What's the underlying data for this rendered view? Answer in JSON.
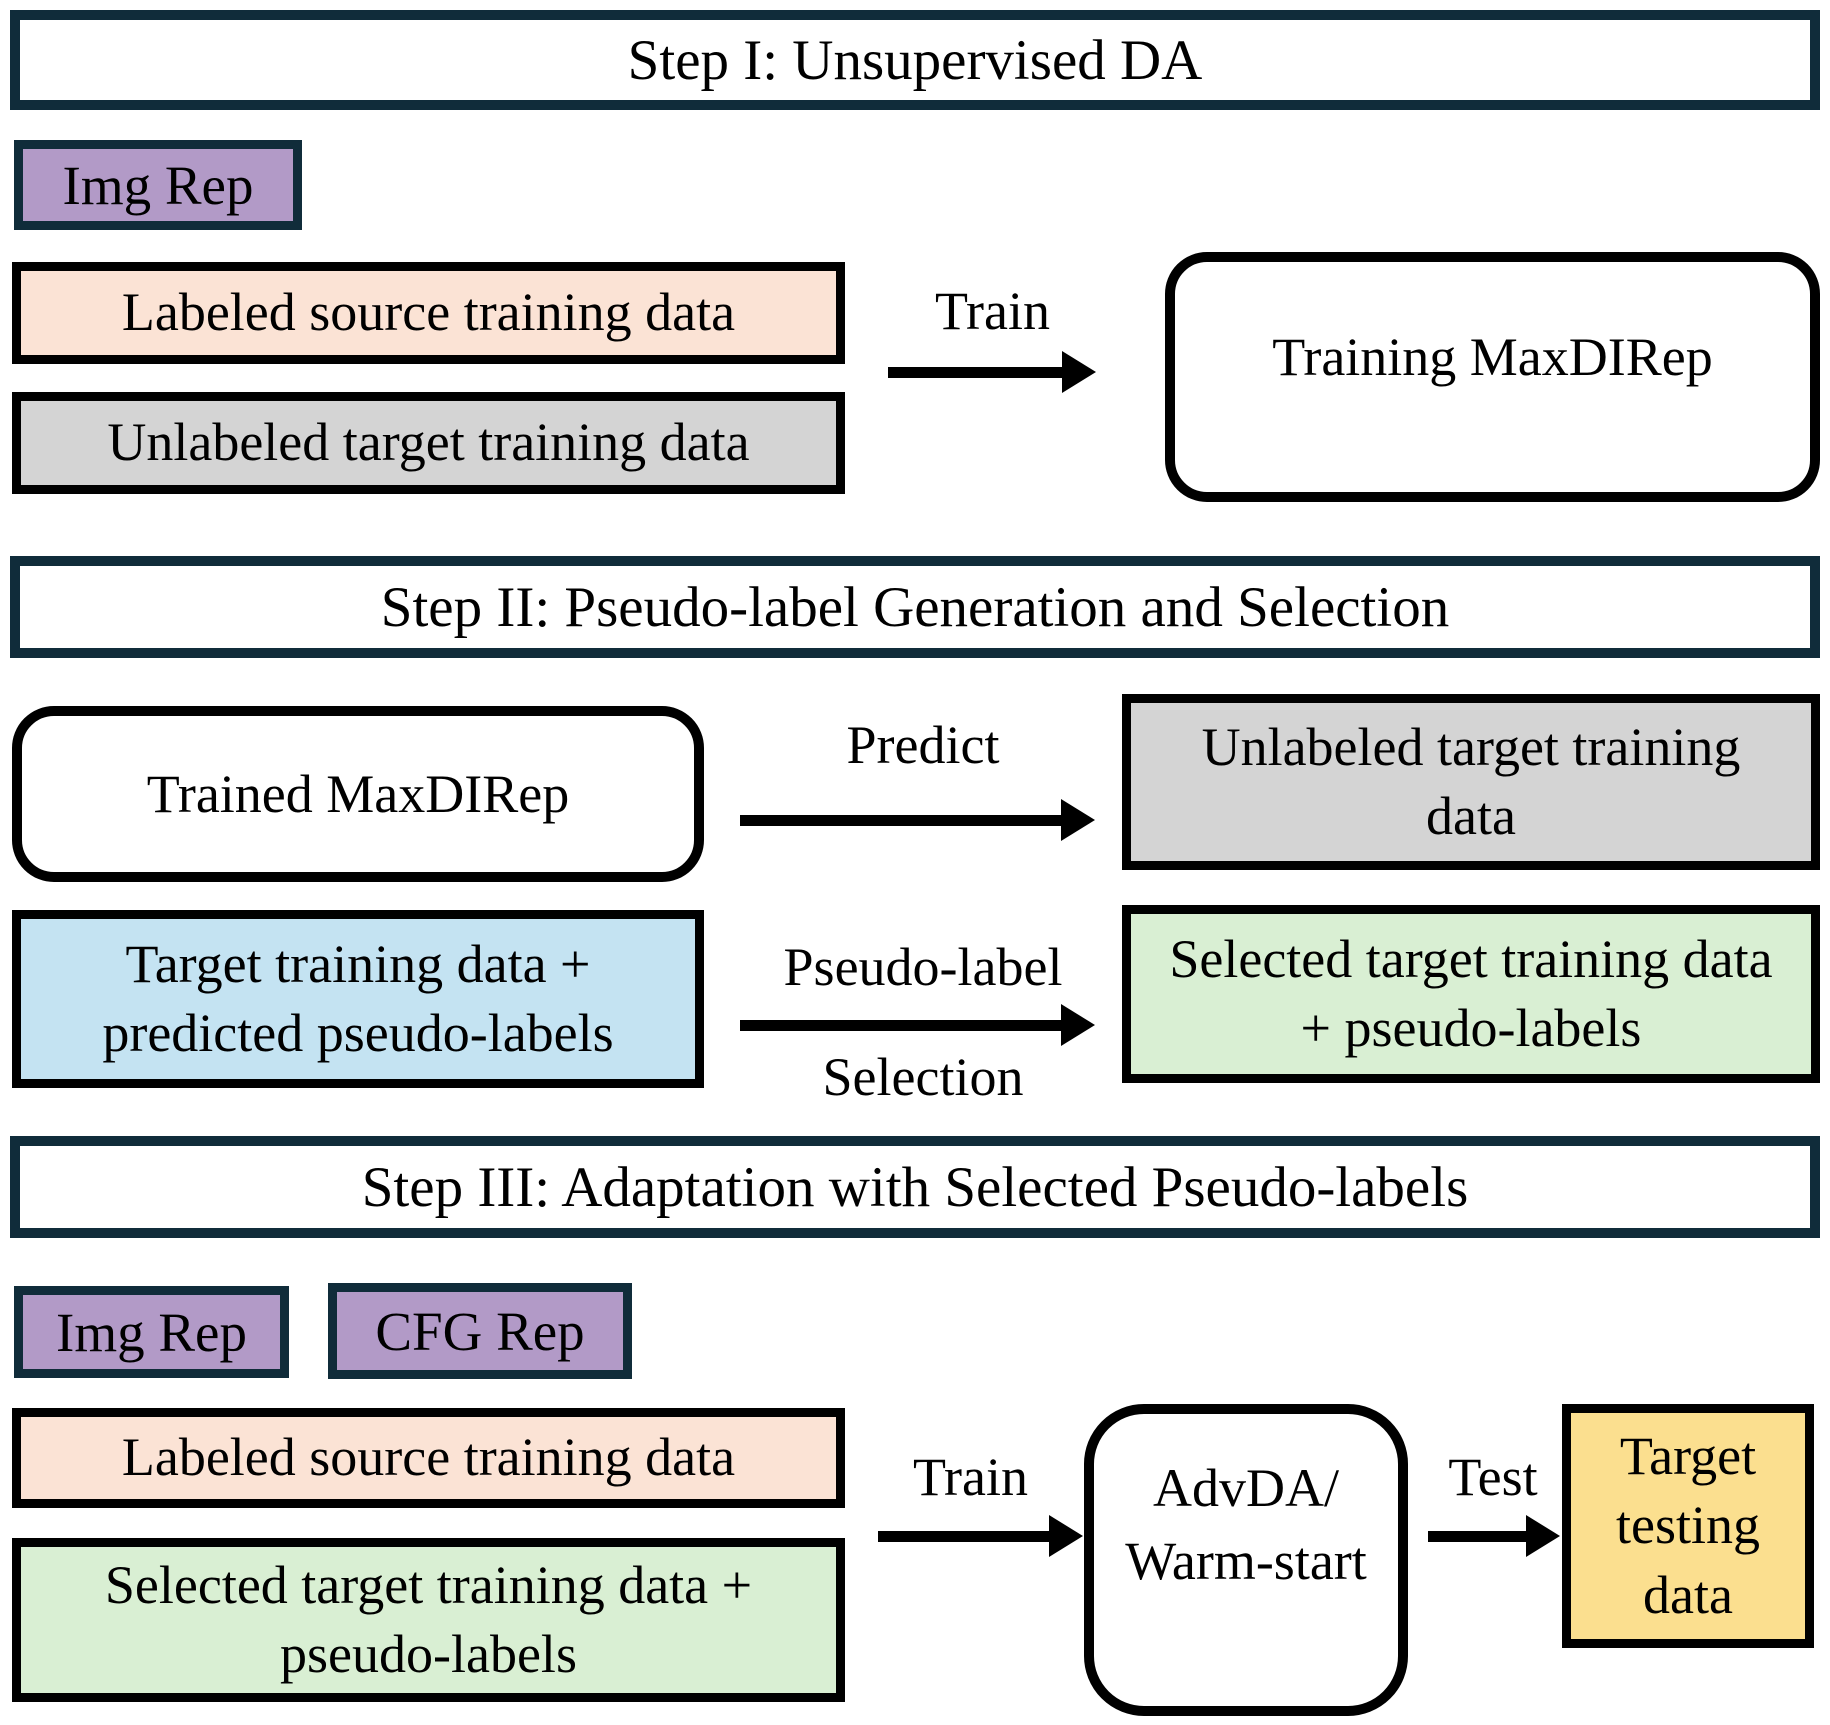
{
  "colors": {
    "purple_fill": "#b29ac7",
    "peach_fill": "#fbe3d5",
    "gray_fill": "#d4d4d4",
    "blue_fill": "#c4e3f2",
    "green_fill": "#d9efd3",
    "yellow_fill": "#fbdf8f",
    "white_fill": "#ffffff",
    "navy_border": "#102c3a",
    "black_border": "#000000"
  },
  "step1": {
    "title": "Step I: Unsupervised DA",
    "img_rep_label": "Img Rep",
    "labeled_source_label": "Labeled source training data",
    "unlabeled_target_label": "Unlabeled target training data",
    "train_arrow_label": "Train",
    "training_maxdirep_label": "Training MaxDIRep"
  },
  "step2": {
    "title": "Step II: Pseudo-label Generation and Selection",
    "trained_maxdirep_label": "Trained MaxDIRep",
    "predict_arrow_label": "Predict",
    "unlabeled_target_label": [
      "Unlabeled target training",
      "data"
    ],
    "target_pseudo_label": [
      "Target training data +",
      "predicted pseudo-labels"
    ],
    "pseudo_selection_label_line1": "Pseudo-label",
    "pseudo_selection_label_line2": "Selection",
    "selected_target_label": [
      "Selected target training data",
      "+ pseudo-labels"
    ]
  },
  "step3": {
    "title": "Step III: Adaptation with Selected Pseudo-labels",
    "img_rep_label": "Img Rep",
    "cfg_rep_label": "CFG Rep",
    "labeled_source_label": "Labeled source training data",
    "selected_target_label": [
      "Selected target training data +",
      "pseudo-labels"
    ],
    "train_arrow_label": "Train",
    "advda_label": [
      "AdvDA/",
      "Warm-start"
    ],
    "test_arrow_label": "Test",
    "target_testing_label": [
      "Target",
      "testing",
      "data"
    ]
  }
}
